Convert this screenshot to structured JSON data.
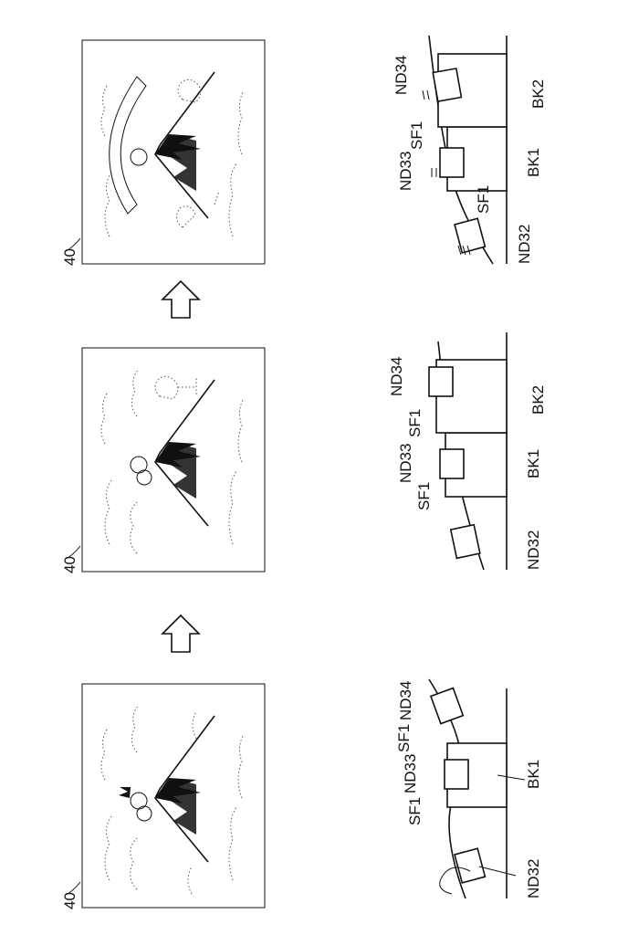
{
  "panels": [
    {
      "screen_label": "40",
      "scene_labels": {
        "nd32": "ND32",
        "sf1_left": "SF1",
        "nd33": "ND33",
        "sf1_right": "SF1",
        "nd34": "ND34",
        "bk1": "BK1"
      }
    },
    {
      "screen_label": "40",
      "scene_labels": {
        "nd32": "ND32",
        "sf1_left": "SF1",
        "nd33": "ND33",
        "sf1_right": "SF1",
        "nd34": "ND34",
        "bk1": "BK1",
        "bk2": "BK2"
      }
    },
    {
      "screen_label": "40",
      "scene_labels": {
        "nd32": "ND32",
        "sf1_left": "SF1",
        "nd33": "ND33",
        "sf1_right": "SF1",
        "nd34": "ND34",
        "bk1": "BK1",
        "bk2": "BK2"
      }
    }
  ]
}
